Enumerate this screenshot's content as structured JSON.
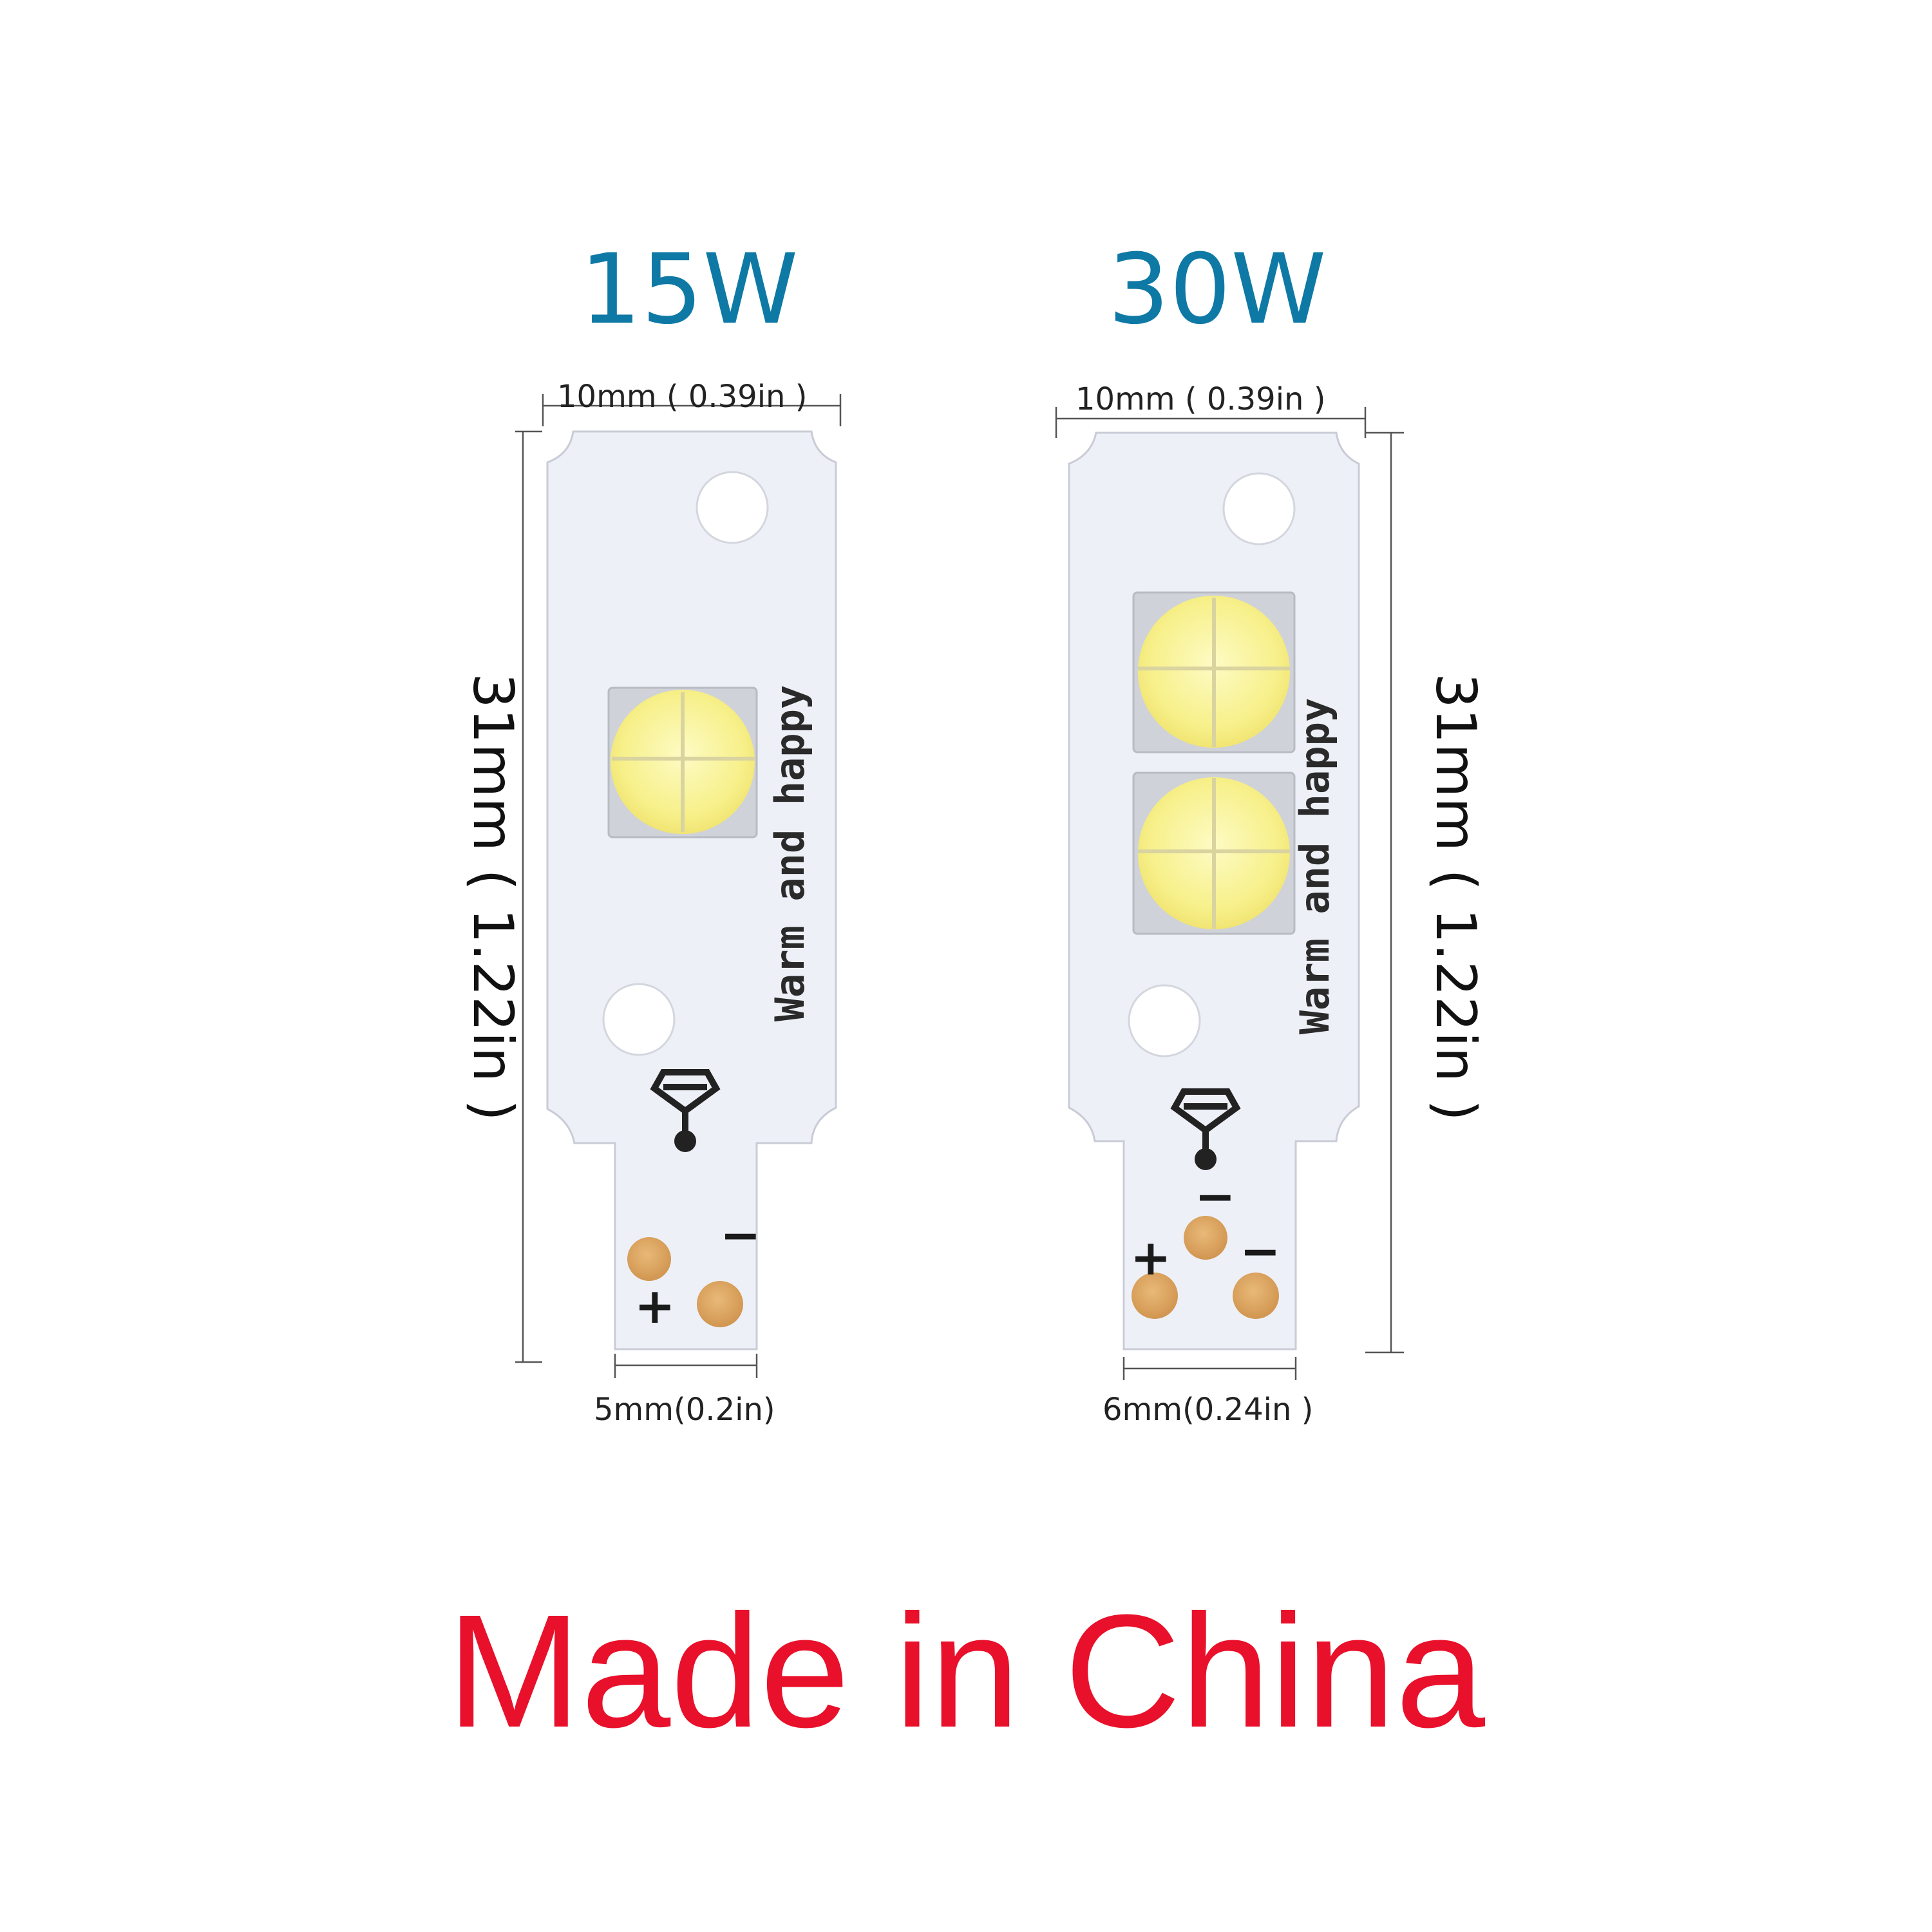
{
  "boards": [
    {
      "title": "15W",
      "top_width": "10mm ( 0.39in )",
      "length": "31mm ( 1.22in )",
      "tab_width": "5mm(0.2in)",
      "silkscreen": "Warm and happy",
      "plus": "+",
      "minus": "−"
    },
    {
      "title": "30W",
      "top_width": "10mm ( 0.39in )",
      "length": "31mm ( 1.22in )",
      "tab_width": "6mm(0.24in )",
      "silkscreen": "Warm and happy",
      "plus": "+",
      "minus_top": "−",
      "minus_right": "−"
    }
  ],
  "footer": "Made in China",
  "colors": {
    "title": "#0f79a5",
    "footer": "#e8102a",
    "board": "#eef0f8",
    "led": "#f7f08a",
    "pad": "#d9a05b"
  }
}
